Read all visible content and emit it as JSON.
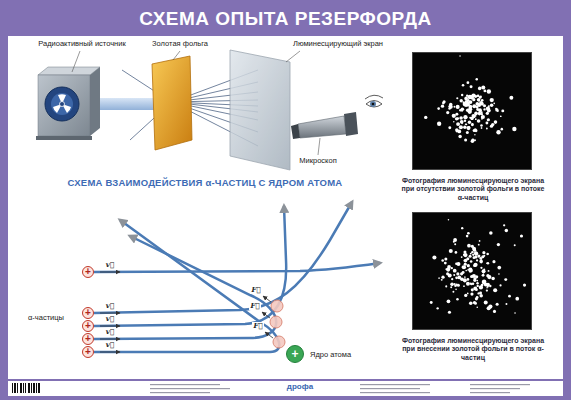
{
  "diagram": {
    "title": "СХЕМА ОПЫТА РЕЗЕРФОРДА",
    "nodes": [
      {
        "text": [
          "Фотография люминесцирующего экрана при отсутствии золотой фольги в потоке α-частиц"
        ]
      },
      {
        "text": [
          "Фотография люминесцирующего экрана при внесении золотой фольги в поток α-частиц"
        ]
      },
      {
        "text": [
          "+"
        ]
      },
      {
        "text": [
          "+"
        ]
      },
      {
        "text": [
          "+"
        ]
      },
      {
        "text": [
          "+"
        ]
      },
      {
        "text": [
          "+"
        ]
      },
      {
        "text": [
          "+",
          "Ядро атома"
        ]
      }
    ],
    "labels": [
      "Радиоактивный источник",
      "Золотая фольга",
      "Люминесцирующий экран",
      "Микроскоп",
      "СХЕМА ВЗАИМОДЕЙСТВИЯ α-ЧАСТИЦ С ЯДРОМ АТОМА",
      "α-частицы",
      "v⃗",
      "v⃗",
      "v⃗",
      "v⃗",
      "v⃗",
      "F⃗",
      "F⃗",
      "F⃗",
      "дрофа"
    ]
  }
}
